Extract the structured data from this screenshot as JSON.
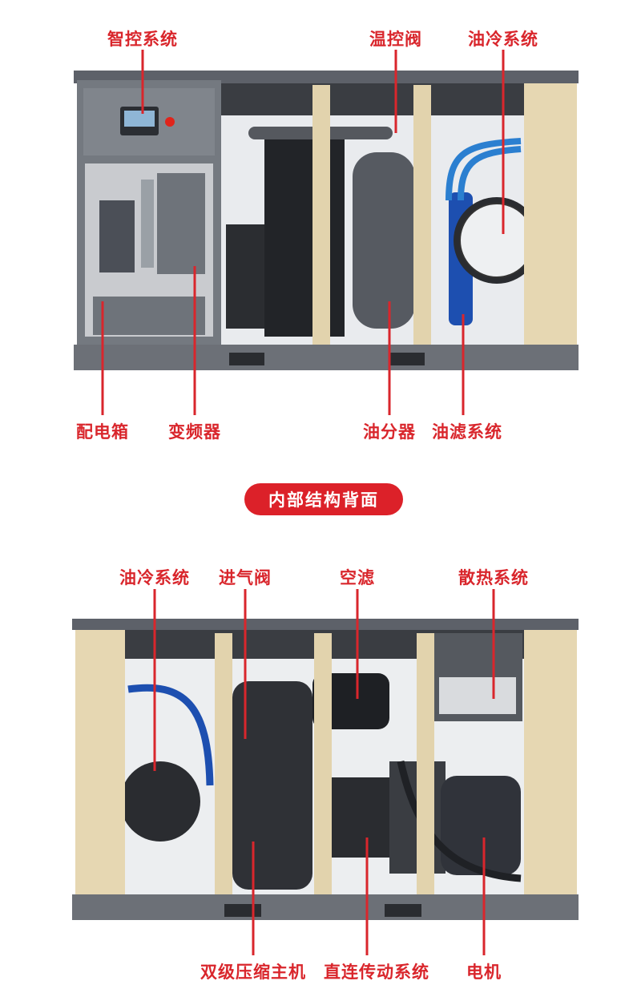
{
  "front": {
    "top_labels": [
      "智控系统",
      "温控阀",
      "油冷系统"
    ],
    "bottom_labels": [
      "配电箱",
      "变频器",
      "油分器",
      "油滤系统"
    ]
  },
  "section_title": "内部结构背面",
  "back": {
    "top_labels": [
      "油冷系统",
      "进气阀",
      "空滤",
      "散热系统"
    ],
    "bottom_labels": [
      "双级压缩主机",
      "直连传动系统",
      "电机"
    ]
  },
  "colors": {
    "accent": "#d9262c",
    "panel": "#6b7078",
    "door": "#e2d3ad"
  }
}
